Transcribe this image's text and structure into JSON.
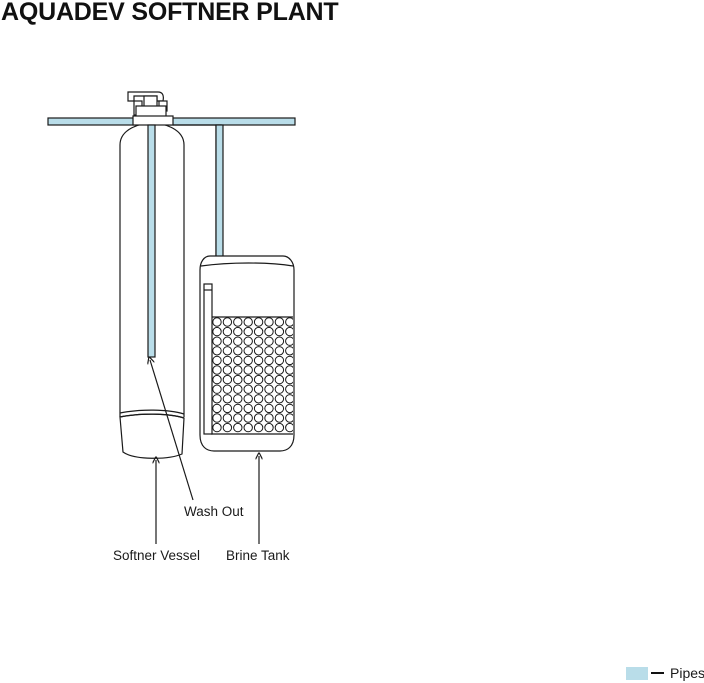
{
  "title": "AQUADEV SOFTNER PLANT",
  "labels": {
    "wash_out": "Wash Out",
    "softner_vessel": "Softner Vessel",
    "brine_tank": "Brine Tank"
  },
  "legend": {
    "label": "Pipes",
    "color": "#b9dde9"
  },
  "colors": {
    "pipe": "#b9dde9",
    "stroke": "#1a1a1a"
  }
}
